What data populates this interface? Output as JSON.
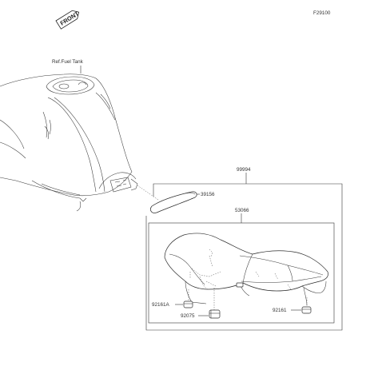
{
  "figure_code": "F29100",
  "direction_tag": "FRONT",
  "reference_label": "Ref.Fuel Tank",
  "parts": {
    "kit": "99994",
    "cover": "39156",
    "seat": "53066",
    "damper_a": "92161A",
    "collar": "92075",
    "damper": "92161"
  }
}
